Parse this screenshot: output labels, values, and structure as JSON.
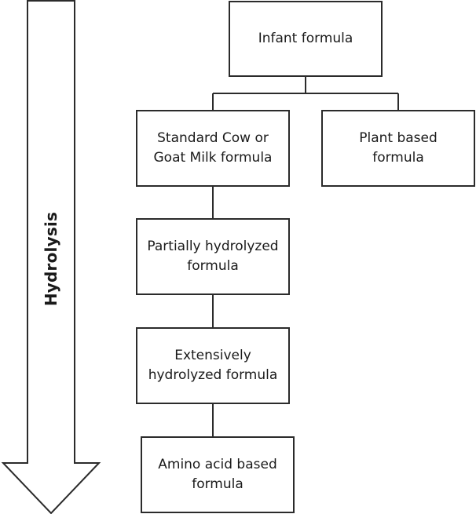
{
  "arrow": {
    "label": "Hydrolysis"
  },
  "nodes": {
    "infant": {
      "lines": [
        "Infant formula"
      ]
    },
    "standard": {
      "lines": [
        "Standard Cow or",
        "Goat Milk formula"
      ]
    },
    "plant": {
      "lines": [
        "Plant based",
        "formula"
      ]
    },
    "partial": {
      "lines": [
        "Partially hydrolyzed",
        "formula"
      ]
    },
    "extensive": {
      "lines": [
        "Extensively",
        "hydrolyzed formula"
      ]
    },
    "amino": {
      "lines": [
        "Amino acid based",
        "formula"
      ]
    }
  },
  "colors": {
    "stroke": "#2b2b2b",
    "fill": "#ffffff",
    "text": "#1a1a1a"
  }
}
